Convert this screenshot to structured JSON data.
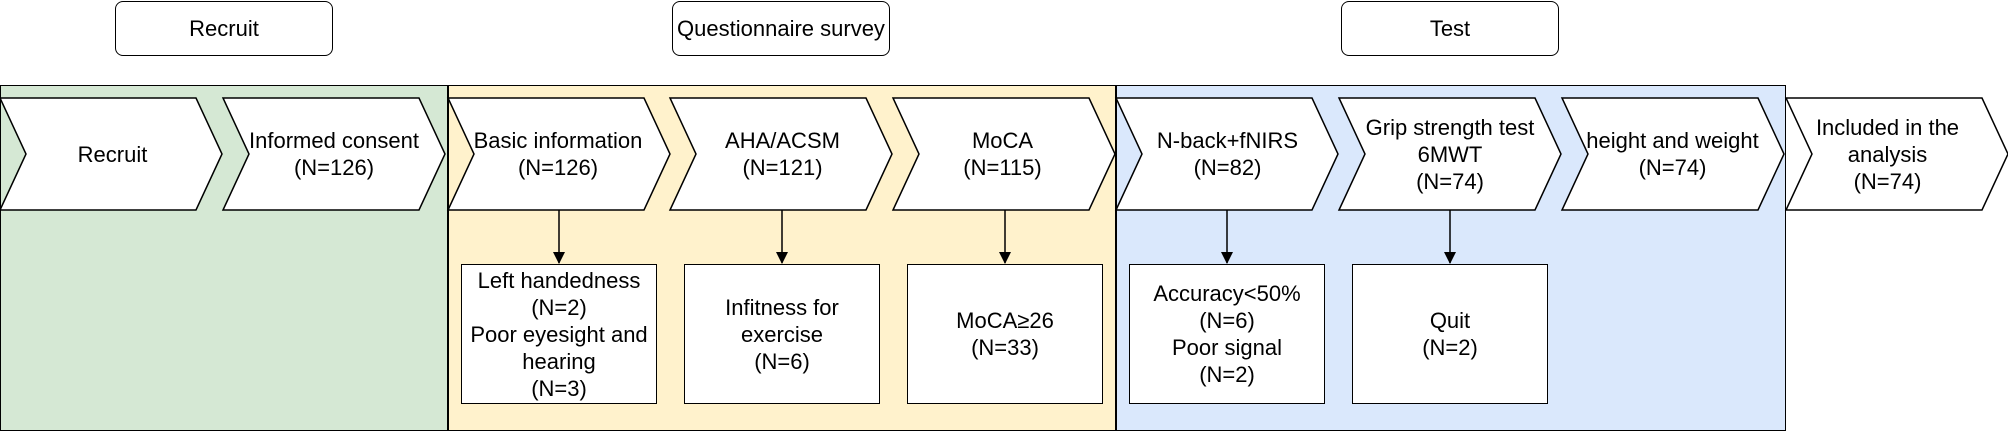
{
  "colors": {
    "recruit_bg": "#d5e8d4",
    "questionnaire_bg": "#fff2cc",
    "test_bg": "#dae8fc",
    "stroke": "#000000",
    "box_fill": "#ffffff"
  },
  "headers": {
    "recruit": "Recruit",
    "questionnaire": "Questionnaire survey",
    "test": "Test"
  },
  "steps": [
    {
      "lines": [
        "Recruit"
      ]
    },
    {
      "lines": [
        "Informed consent",
        "(N=126)"
      ]
    },
    {
      "lines": [
        "Basic information",
        "(N=126)"
      ]
    },
    {
      "lines": [
        "AHA/ACSM",
        "(N=121)"
      ]
    },
    {
      "lines": [
        "MoCA",
        "(N=115)"
      ]
    },
    {
      "lines": [
        "N-back+fNIRS",
        "(N=82)"
      ]
    },
    {
      "lines": [
        "Grip strength test",
        "6MWT",
        "(N=74)"
      ]
    },
    {
      "lines": [
        "height and weight",
        "(N=74)"
      ]
    },
    {
      "lines": [
        "Included in the",
        "analysis",
        "(N=74)"
      ]
    }
  ],
  "exclusions": [
    {
      "lines": [
        "Left handedness",
        "(N=2)",
        "Poor eyesight and",
        "hearing",
        "(N=3)"
      ]
    },
    {
      "lines": [
        "Infitness for",
        "exercise",
        "(N=6)"
      ]
    },
    {
      "lines": [
        "MoCA≥26",
        "(N=33)"
      ]
    },
    {
      "lines": [
        "Accuracy<50%",
        "(N=6)",
        "Poor signal",
        "(N=2)"
      ]
    },
    {
      "lines": [
        "Quit",
        "(N=2)"
      ]
    }
  ]
}
